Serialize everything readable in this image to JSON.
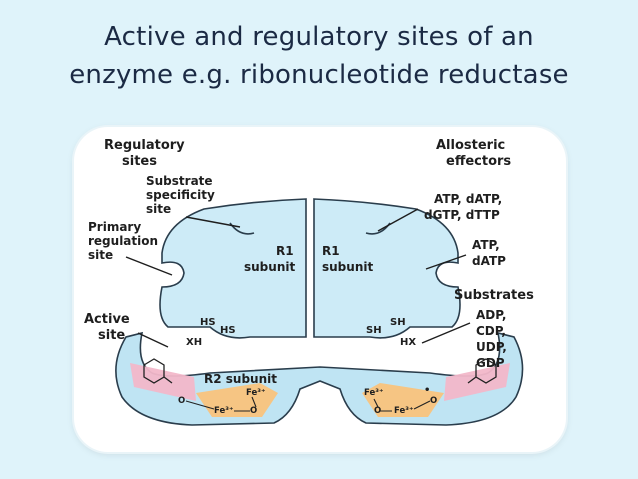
{
  "title": {
    "line1": "Active and regulatory sites of an",
    "line2": "enzyme e.g. ribonucleotide reductase"
  },
  "diagram": {
    "regulatory_sites": [
      "Regulatory",
      "sites"
    ],
    "substrate_specificity_site": [
      "Substrate",
      "specificity",
      "site"
    ],
    "primary_regulation_site": [
      "Primary",
      "regulation",
      "site"
    ],
    "active_site": [
      "Active",
      "site"
    ],
    "allosteric_effectors": [
      "Allosteric",
      "effectors"
    ],
    "effectors_specificity": [
      "ATP, dATP,",
      "dGTP, dTTP"
    ],
    "effectors_primary": [
      "ATP,",
      "dATP"
    ],
    "substrates_heading": "Substrates",
    "substrates_list": [
      "ADP,",
      "CDP,",
      "UDP,",
      "GDP"
    ],
    "r1_left": [
      "R1",
      "subunit"
    ],
    "r1_right": [
      "R1",
      "subunit"
    ],
    "r2_label": "R2 subunit",
    "groups_left": [
      "HS",
      "HS",
      "XH"
    ],
    "groups_right": [
      "SH",
      "SH",
      "HX"
    ],
    "iron_left": [
      "Fe³⁺",
      "Fe³⁺",
      "O",
      "O"
    ],
    "iron_right": [
      "Fe³⁺",
      "Fe³⁺",
      "O",
      "O"
    ],
    "radical_dot": "•"
  },
  "colors": {
    "background": "#dff3fa",
    "panel": "#ffffff",
    "title_text": "#1b2a44",
    "r1_fill": "#cdebf7",
    "r1_stroke": "#2a3d4c",
    "r2_fill": "#bfe4f3",
    "tyrosine_band": "#f2b7c9",
    "iron_center": "#f6c583"
  }
}
